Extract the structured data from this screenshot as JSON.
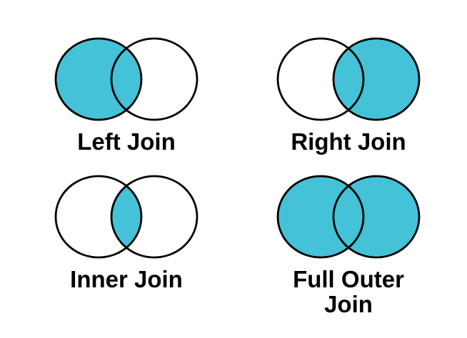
{
  "page": {
    "background": "#ffffff",
    "description": "Four Venn diagrams illustrating SQL join types"
  },
  "colors": {
    "fill": "#44C2D8",
    "stroke": "#000000",
    "label": "#000000"
  },
  "diagrams": [
    {
      "id": "left-join",
      "label": "Left Join",
      "label_lines": [
        "Left Join"
      ],
      "filled": "left"
    },
    {
      "id": "right-join",
      "label": "Right Join",
      "label_lines": [
        "Right Join"
      ],
      "filled": "right"
    },
    {
      "id": "inner-join",
      "label": "Inner Join",
      "label_lines": [
        "Inner Join"
      ],
      "filled": "intersection"
    },
    {
      "id": "full-outer-join",
      "label": "Full Outer Join",
      "label_lines": [
        "Full Outer",
        "Join"
      ],
      "filled": "both"
    }
  ]
}
